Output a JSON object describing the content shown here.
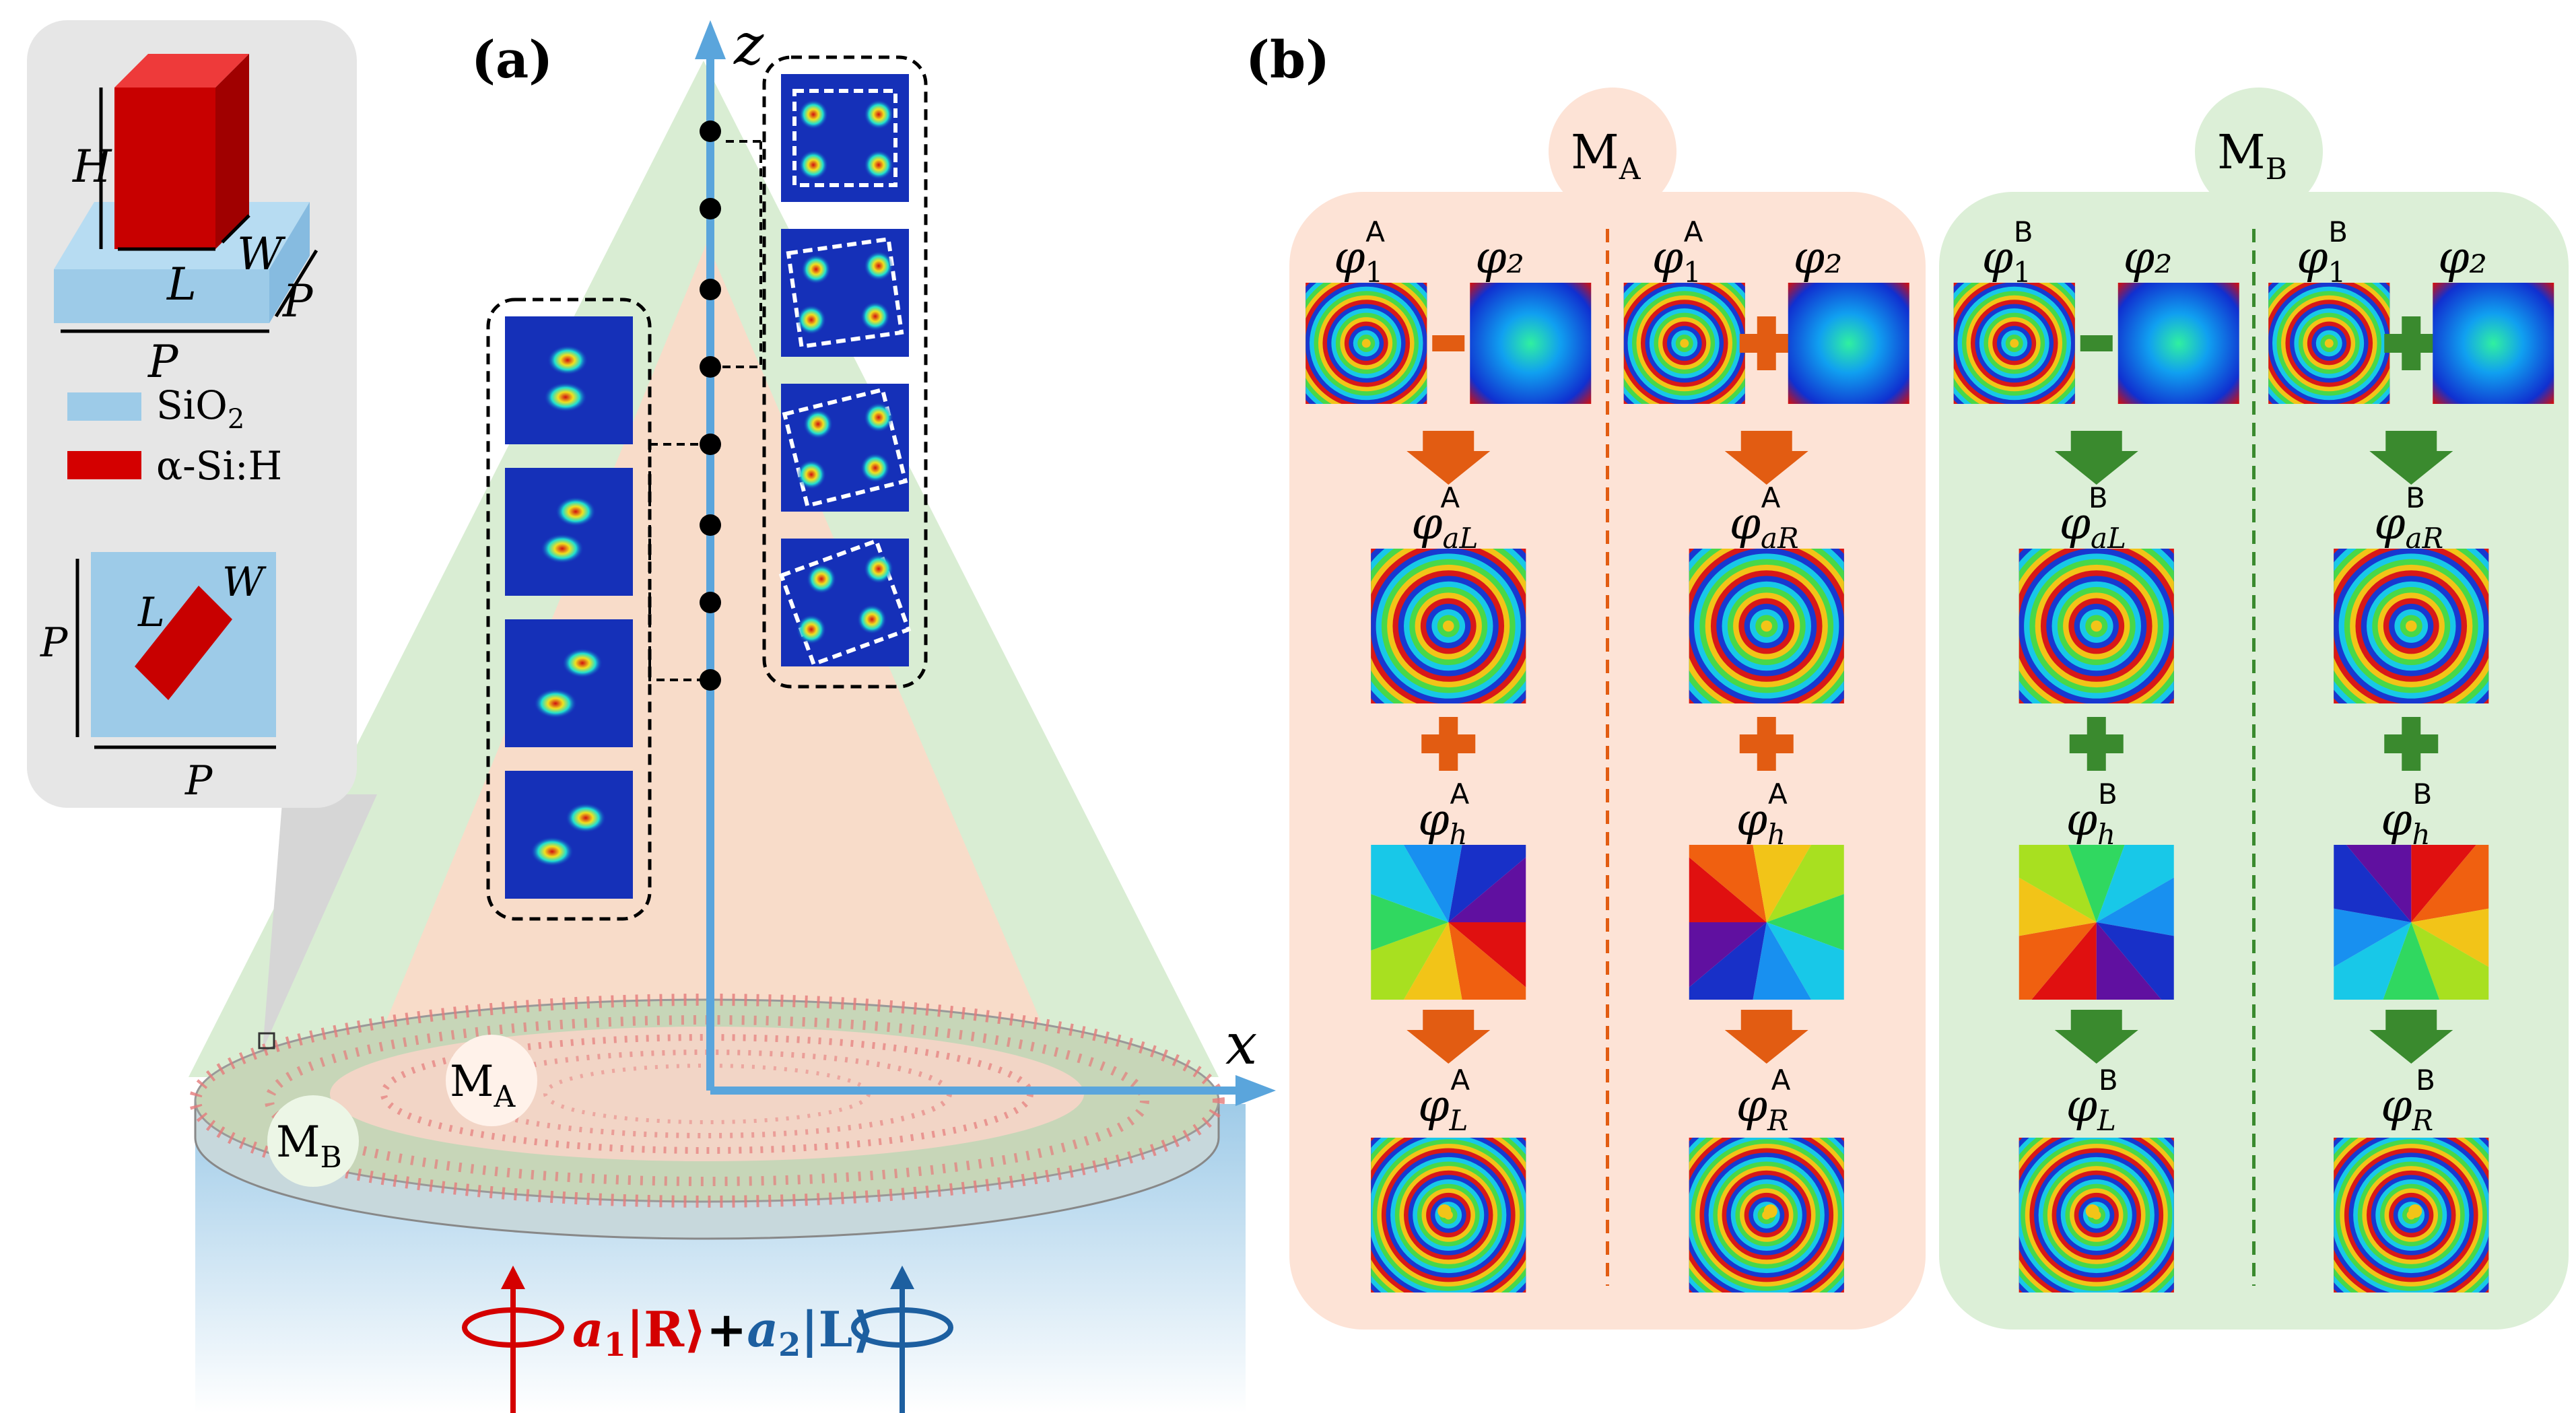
{
  "panels": {
    "a": "(a)",
    "b": "(b)"
  },
  "inset": {
    "height_label": "H",
    "length_label": "L",
    "width_label": "W",
    "period_label_side": "P",
    "period_label_bottom": "P",
    "legend": [
      {
        "label_base": "SiO",
        "label_sub": "2",
        "color": "#9dcbe8"
      },
      {
        "label_base": "α-Si:H",
        "label_sub": "",
        "color": "#d40000"
      }
    ],
    "top_view": {
      "length_label": "L",
      "width_label": "W",
      "period_label_left": "P",
      "period_label_bottom": "P"
    }
  },
  "axes": {
    "z": "z",
    "x": "x"
  },
  "regions": {
    "ma": {
      "base": "M",
      "sub": "A"
    },
    "mb": {
      "base": "M",
      "sub": "B"
    }
  },
  "incident": {
    "a1": "a",
    "a1_sub": "1",
    "r_ket": "|R⟩",
    "plus": "+",
    "a2": "a",
    "a2_sub": "2",
    "l_ket": "|L⟩"
  },
  "panel_b": {
    "groups": [
      {
        "header_base": "M",
        "header_sub": "A",
        "columns": [
          {
            "op": "−",
            "phi1_sup": "A",
            "phi2": "φ₂",
            "mid_sub": "aL",
            "mid_sup": "A",
            "h_sup": "A",
            "out_sub": "L",
            "out_sup": "A"
          },
          {
            "op": "+",
            "phi1_sup": "A",
            "phi2": "φ₂",
            "mid_sub": "aR",
            "mid_sup": "A",
            "h_sup": "A",
            "out_sub": "R",
            "out_sup": "A"
          }
        ]
      },
      {
        "header_base": "M",
        "header_sub": "B",
        "columns": [
          {
            "op": "−",
            "phi1_sup": "B",
            "phi2": "φ₂",
            "mid_sub": "aL",
            "mid_sup": "B",
            "h_sup": "B",
            "out_sub": "L",
            "out_sup": "B"
          },
          {
            "op": "+",
            "phi1_sup": "B",
            "phi2": "φ₂",
            "mid_sub": "aR",
            "mid_sup": "B",
            "h_sup": "B",
            "out_sub": "R",
            "out_sup": "B"
          }
        ]
      }
    ],
    "phi": "φ",
    "phi1_sub": "1",
    "h_sub": "h"
  },
  "colors": {
    "ma_panel": "#fde3d6",
    "mb_panel": "#dcefd7",
    "ma_arrow": "#e25c12",
    "mb_arrow": "#3a8a2e",
    "axis": "#5aa5dc",
    "rcp": "#d40000",
    "lcp": "#1d5fa0"
  }
}
